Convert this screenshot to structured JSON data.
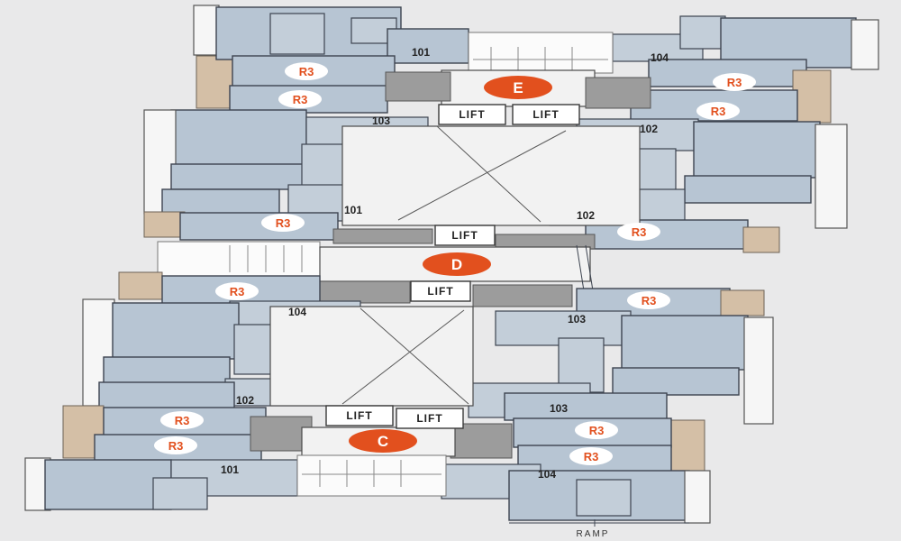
{
  "colors": {
    "accent": "#e2501e",
    "unit_fill": "#b7c5d3",
    "background": "#e9e9ea",
    "balcony_tan": "#d4bfa6",
    "shaft_gray": "#9c9c9c"
  },
  "towers": [
    {
      "id": "E",
      "units": [
        {
          "number": "101",
          "type": "R3"
        },
        {
          "number": "104",
          "type": "R3"
        },
        {
          "number": "103",
          "type": "R3"
        },
        {
          "number": "102",
          "type": "R3"
        }
      ],
      "lifts": [
        "LIFT",
        "LIFT"
      ]
    },
    {
      "id": "D",
      "units": [
        {
          "number": "101",
          "type": "R3"
        },
        {
          "number": "102",
          "type": "R3"
        },
        {
          "number": "104",
          "type": "R3"
        },
        {
          "number": "103",
          "type": "R3"
        }
      ],
      "lifts": [
        "LIFT",
        "LIFT"
      ]
    },
    {
      "id": "C",
      "units": [
        {
          "number": "102",
          "type": "R3"
        },
        {
          "number": "103",
          "type": "R3"
        },
        {
          "number": "101",
          "type": "R3"
        },
        {
          "number": "104",
          "type": "R3"
        }
      ],
      "lifts": [
        "LIFT",
        "LIFT"
      ]
    }
  ],
  "ramp_label": "RAMP"
}
